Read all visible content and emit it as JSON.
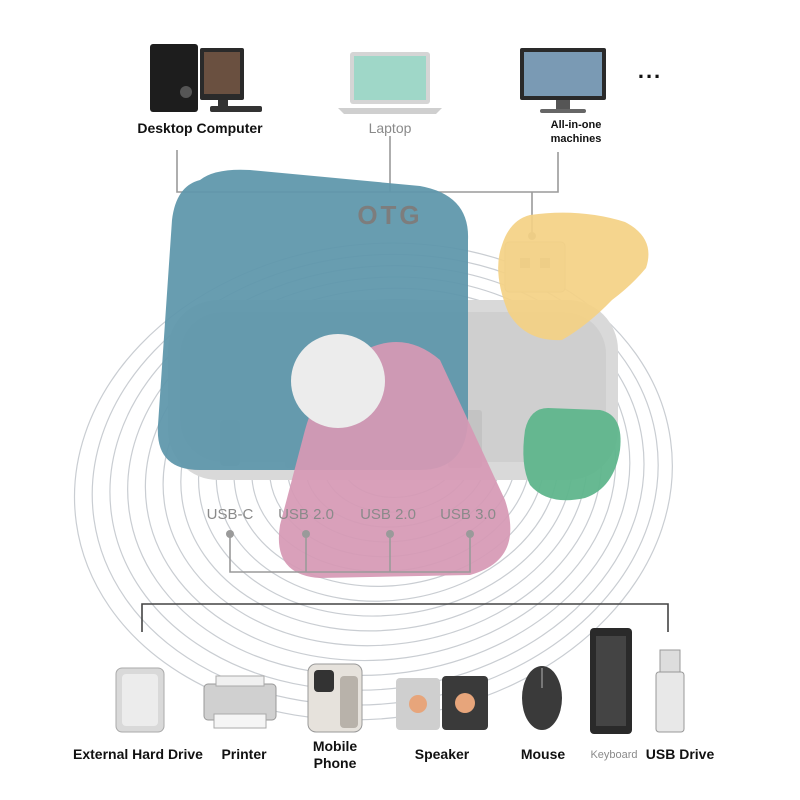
{
  "hub": {
    "label": "OTG",
    "ports": [
      "USB-C",
      "USB 2.0",
      "USB 2.0",
      "USB 3.0"
    ]
  },
  "hosts": [
    {
      "name": "Desktop Computer",
      "icon": "desktop-computer-icon"
    },
    {
      "name": "Laptop",
      "icon": "laptop-icon"
    },
    {
      "name": "All-in-one machines",
      "icon": "all-in-one-monitor-icon"
    }
  ],
  "more_indicator": "...",
  "peripherals": [
    {
      "name": "External Hard Drive",
      "icon": "external-hard-drive-icon"
    },
    {
      "name": "Printer",
      "icon": "printer-icon"
    },
    {
      "name": "Mobile Phone",
      "icon": "mobile-phone-icon"
    },
    {
      "name": "Speaker",
      "icon": "speaker-icon"
    },
    {
      "name": "Mouse",
      "icon": "mouse-icon"
    },
    {
      "name": "Keyboard",
      "icon": "keyboard-icon"
    },
    {
      "name": "USB Drive",
      "icon": "usb-drive-icon"
    }
  ],
  "colors": {
    "teal_shape": "#5f97ab",
    "pink_shape": "#d699b5",
    "yellow_shape": "#f4d184",
    "green_shape": "#5fb58c",
    "white_circle": "#ececec",
    "connector_line": "#9a9a9a",
    "contour_line": "#c9cdd2"
  }
}
